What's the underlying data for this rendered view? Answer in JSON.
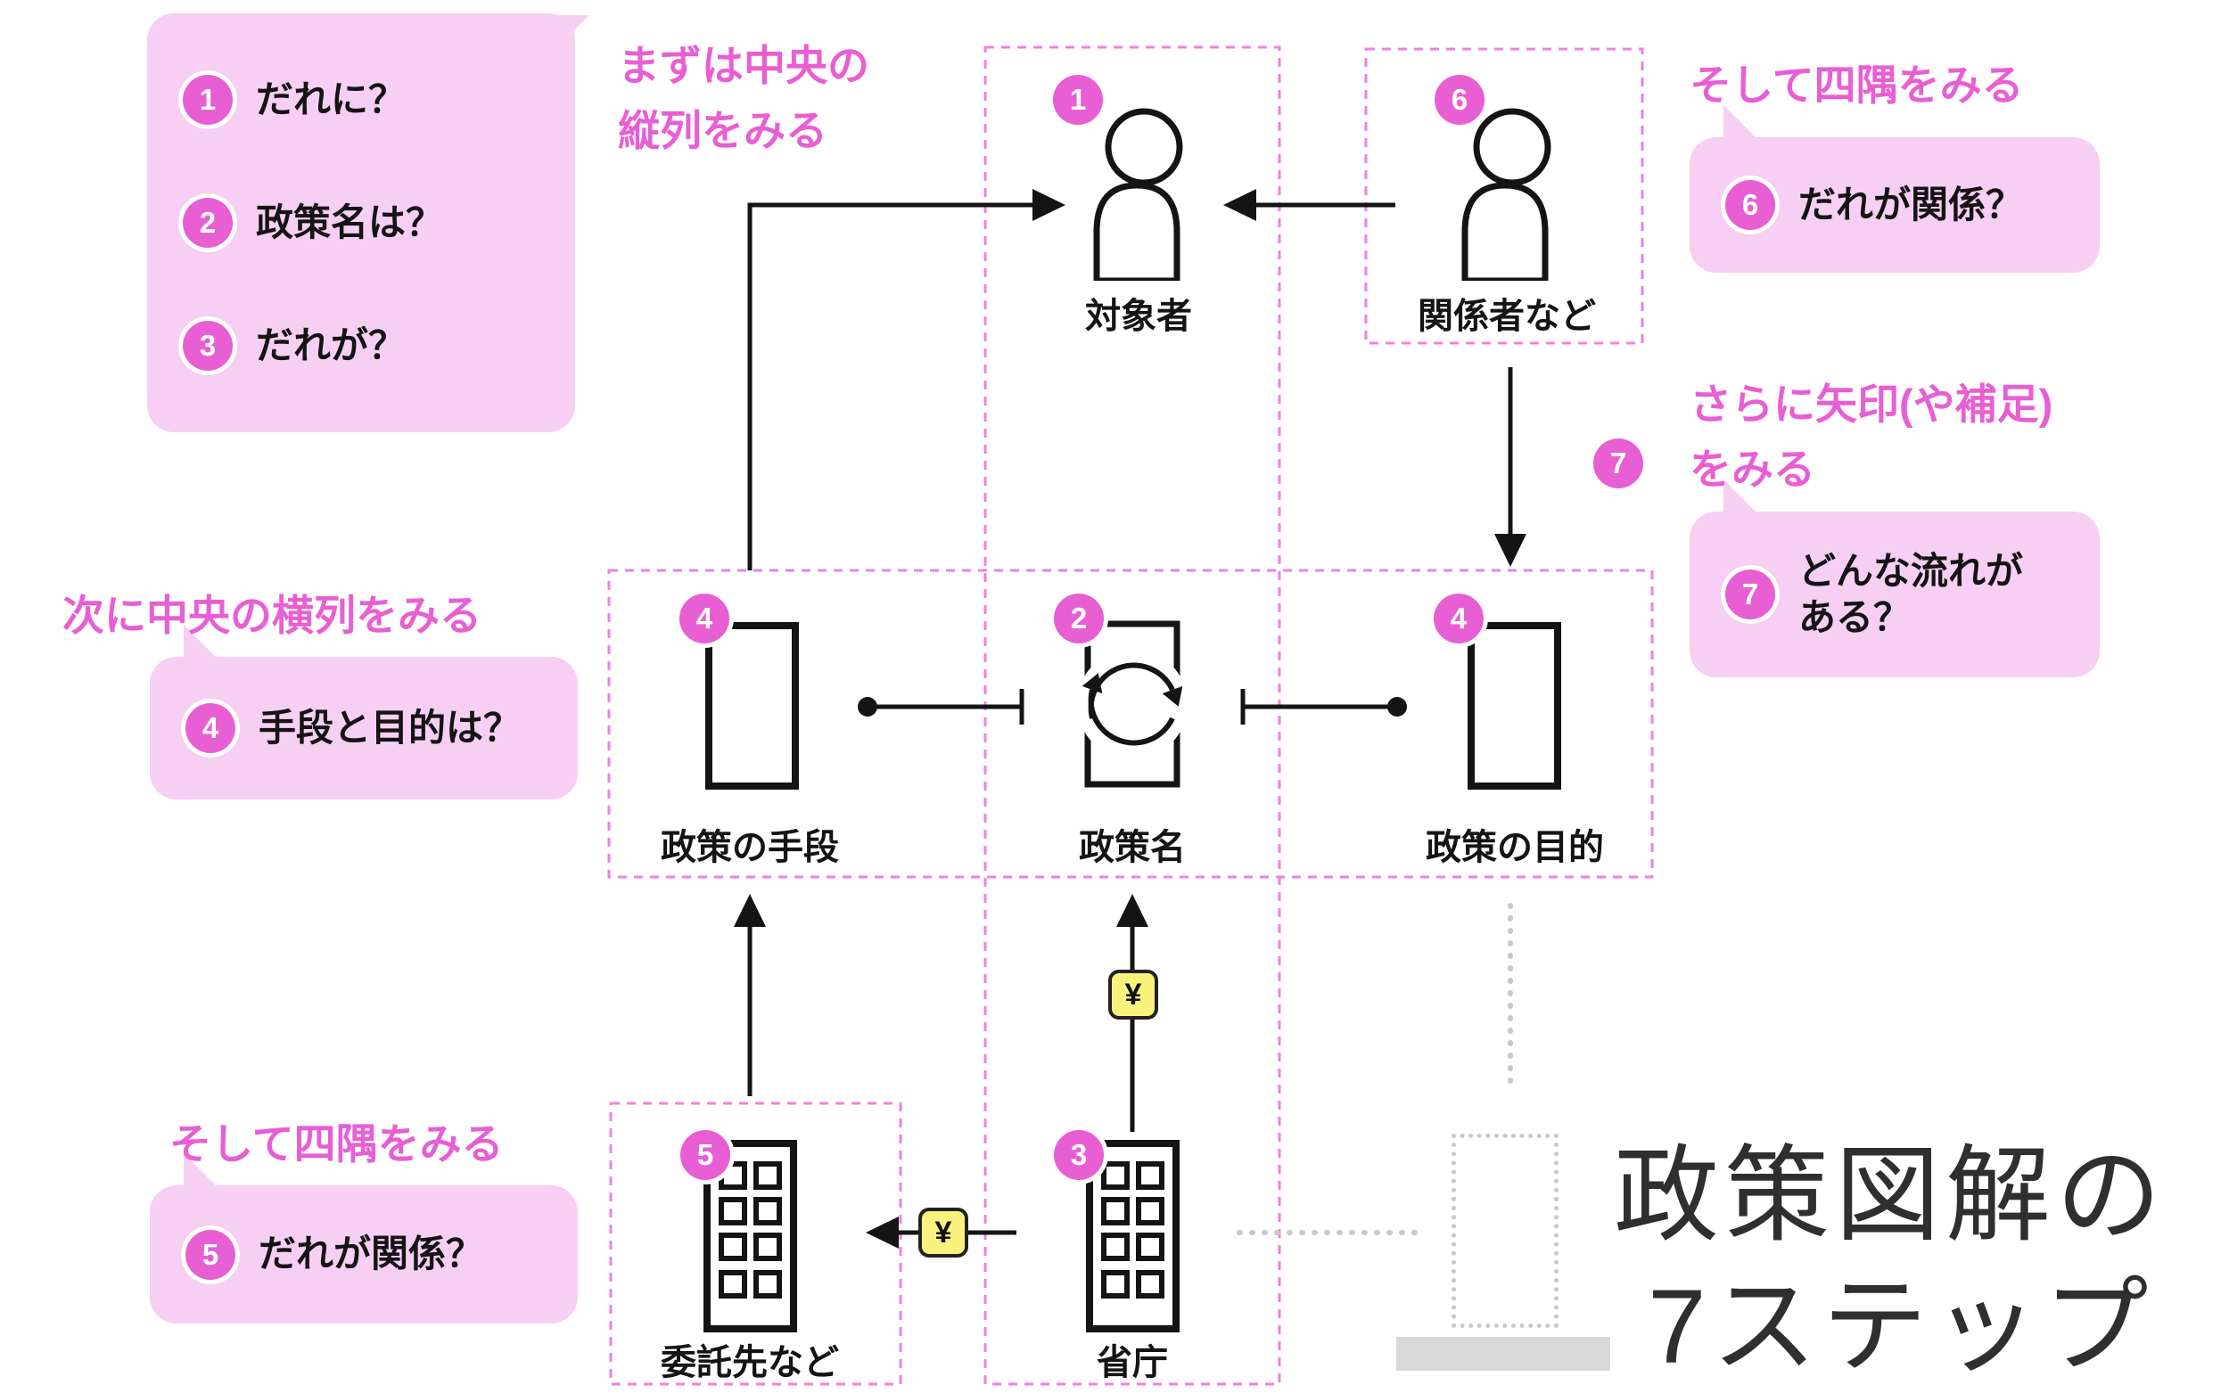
{
  "colors": {
    "accent": "#e85fd4",
    "light_pink": "#f7cff2",
    "yellow": "#f9f37e",
    "gray": "#c9c9c9"
  },
  "hints": {
    "center_top_line1": "まずは中央の",
    "center_top_line2": "縦列をみる",
    "top_right": "そして四隅をみる",
    "middle_left": "次に中央の横列をみる",
    "bottom_left": "そして四隅をみる",
    "arrows_line1": "さらに矢印(や補足)",
    "arrows_line2": "をみる",
    "arrows_badge_num": "7"
  },
  "callouts": {
    "who": {
      "items": [
        {
          "num": "1",
          "text": "だれに？"
        },
        {
          "num": "2",
          "text": "政策名は？"
        },
        {
          "num": "3",
          "text": "だれが？"
        }
      ]
    },
    "related_top": {
      "num": "6",
      "text": "だれが関係？"
    },
    "flow": {
      "num": "7",
      "line1": "どんな流れが",
      "line2": "ある？"
    },
    "means_goal": {
      "num": "4",
      "text": "手段と目的は？"
    },
    "related_bottom": {
      "num": "5",
      "text": "だれが関係？"
    }
  },
  "nodes": {
    "target": {
      "num": "1",
      "label": "対象者"
    },
    "stakeholders": {
      "num": "6",
      "label": "関係者など"
    },
    "means": {
      "num": "4",
      "label": "政策の手段"
    },
    "policy": {
      "num": "2",
      "label": "政策名"
    },
    "goal": {
      "num": "4",
      "label": "政策の目的"
    },
    "contractor": {
      "num": "5",
      "label": "委託先など"
    },
    "ministry": {
      "num": "3",
      "label": "省庁"
    }
  },
  "badges": {
    "yen": "¥"
  },
  "logo": {
    "line1": "政策図解の",
    "line2": "7ステップ"
  }
}
